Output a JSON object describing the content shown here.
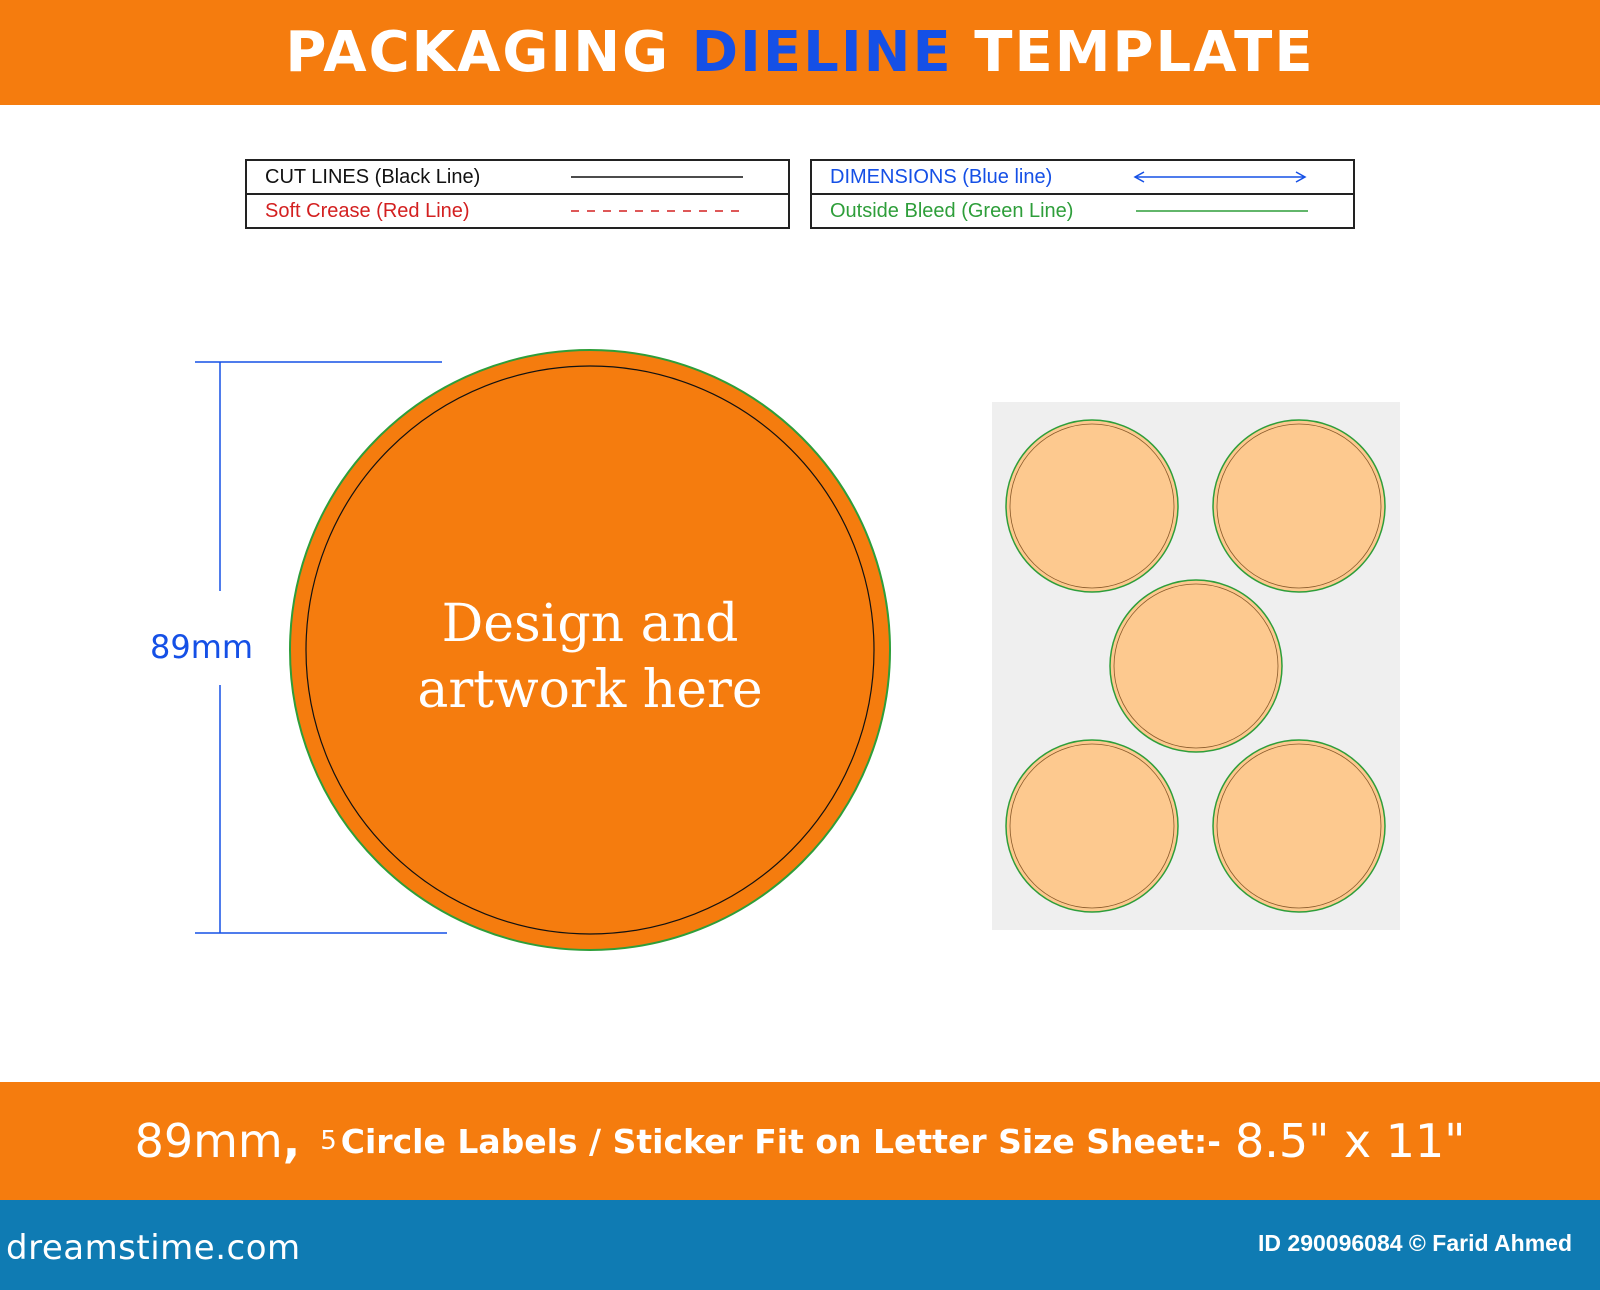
{
  "header": {
    "title_part1": "PACKAGING",
    "title_accent": "DIELINE",
    "title_part2": "TEMPLATE"
  },
  "legend": {
    "cut_lines": "CUT LINES (Black Line)",
    "soft_crease": "Soft Crease (Red Line)",
    "dimensions": "DIMENSIONS (Blue line)",
    "outside_bleed": "Outside Bleed (Green Line)"
  },
  "dieline": {
    "dimension_label": "89mm",
    "artwork_line1": "Design and",
    "artwork_line2": "artwork here"
  },
  "sheet": {
    "label_count": 5
  },
  "footer": {
    "size": "89mm",
    "separator": ",",
    "count": "5",
    "description": "Circle Labels / Sticker Fit on Letter Size Sheet:-",
    "sheet_size": "8.5\" x 11\""
  },
  "credits": {
    "brand": "dreamstime.com",
    "id_line": "ID 290096084 © Farid Ahmed"
  },
  "colors": {
    "orange": "#f57c0e",
    "light_orange": "#fdc98f",
    "blue": "#1550e6",
    "green": "#2e9e3a",
    "red": "#d32020",
    "footer_blue": "#0f7bb3"
  }
}
